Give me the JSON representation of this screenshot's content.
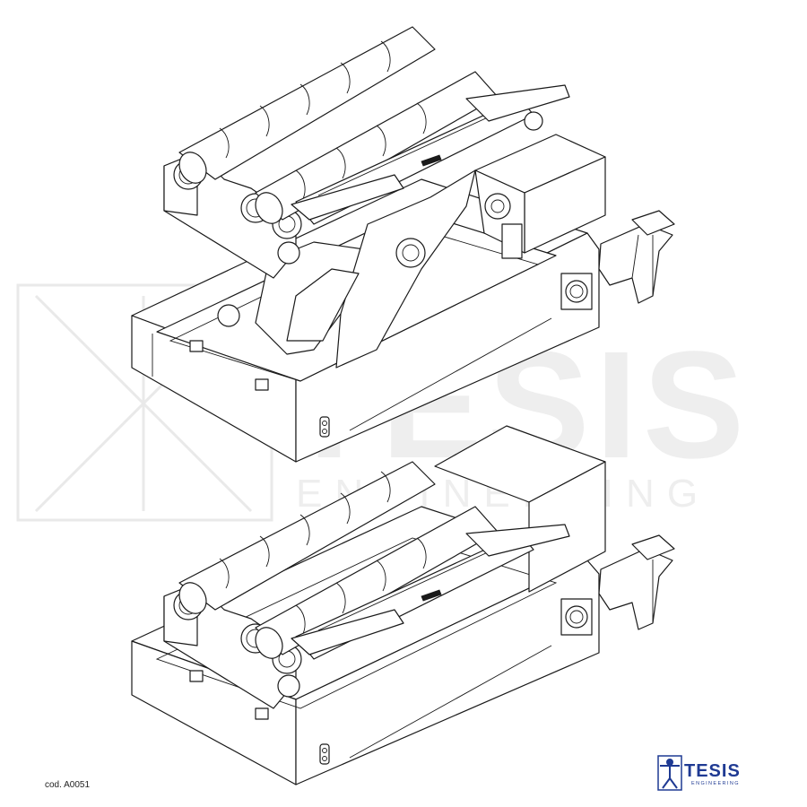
{
  "code_label": "cod. A0051",
  "watermark": {
    "word": "TESIS",
    "subword": "ENGINEERING"
  },
  "logo": {
    "word": "TESIS",
    "subword": "ENGINEERING",
    "color": "#1f3a93"
  },
  "line_color": "#1a1a1a",
  "views": [
    {
      "state": "raised"
    },
    {
      "state": "lowered"
    }
  ]
}
